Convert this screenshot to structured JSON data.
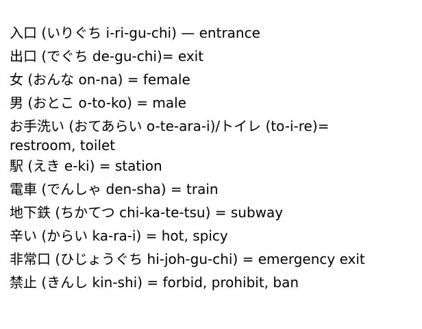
{
  "entries": [
    "入口 (いりぐち i-ri-gu-chi) — entrance",
    "出口 (でぐち de-gu-chi)= exit",
    "女 (おんな on-na) = female",
    "男 (おとこ o-to-ko) = male",
    "お手洗い (おてあらい o-te-ara-i)/トイレ (to-i-re)=",
    "restroom, toilet",
    "駅 (えき e-ki) = station",
    "電車 (でんしゃ den-sha) = train",
    "地下鉄 (ちかてつ chi-ka-te-tsu) = subway",
    "辛い (からい ka-ra-i) = hot, spicy",
    "非常口 (ひじょうぐち hi-joh-gu-chi) = emergency exit",
    "禁止 (きんし kin-shi) = forbid, prohibit, ban"
  ]
}
